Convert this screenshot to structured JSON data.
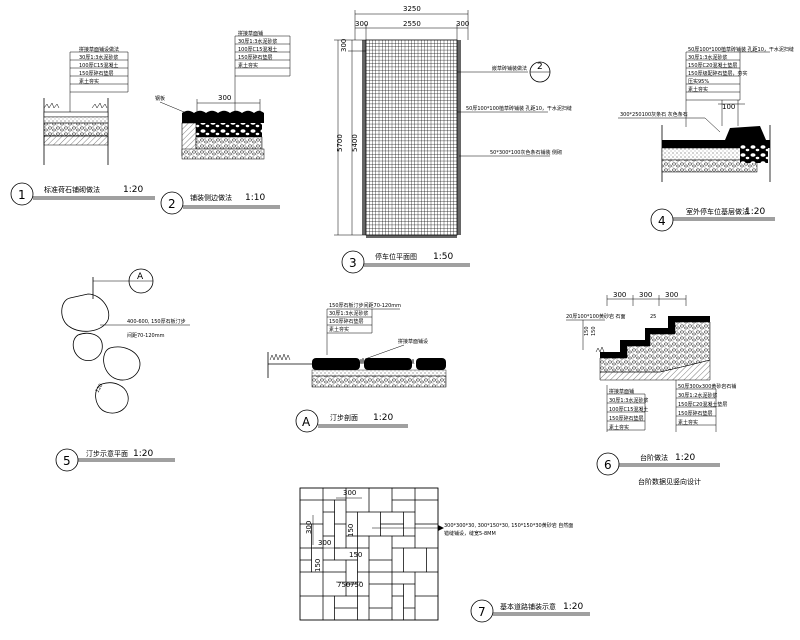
{
  "detail1": {
    "num": "1",
    "title": "标准荷石铺砌做法",
    "scale": "1:20",
    "layers": [
      "拼接草面铺设做法",
      "30厚1:3水泥砂浆",
      "100厚C15混凝土",
      "150厚碎石垫层",
      "素土夯实"
    ]
  },
  "detail2": {
    "num": "2",
    "title": "铺装侧边做法",
    "scale": "1:10",
    "layers": [
      "拼接草面铺",
      "30厚1:3水泥砂浆",
      "100厚C15混凝土",
      "150厚碎石垫层",
      "素土夯实"
    ],
    "left_label": "钢板",
    "dim": "300"
  },
  "detail3": {
    "num": "3",
    "title": "停车位平面图",
    "scale": "1:50",
    "dims": {
      "top_total": "3250",
      "top_left": "300",
      "top_main": "2550",
      "top_right": "300",
      "left_small": "300",
      "left_total": "5700",
      "left_inner": "5400"
    },
    "callout_num": "2",
    "callout_text": "嵌草砖铺装做法",
    "label_a": "50厚100*100植草砖铺装 孔距10，干水泥扫缝",
    "label_b": "50*300*100灰色条石铺装 侧砌"
  },
  "detail4": {
    "num": "4",
    "title": "室外停车位基层做法",
    "scale": "1:20",
    "layers": [
      "50厚100*100植草砖铺装 孔距10，干水泥扫缝",
      "30厚1:3水泥砂浆",
      "150厚C20混凝土垫层",
      "150厚级配碎石垫层，夯实",
      "压实95%",
      "素土夯实"
    ],
    "dim": "100",
    "left_label": "300*250100灰条石  灰色条石"
  },
  "detail5": {
    "num": "5",
    "title": "汀步示意平面",
    "scale": "1:20",
    "callout": "A",
    "label1": "400-600, 150厚石板汀步",
    "label2": "间距70-120mm",
    "dim": "120"
  },
  "detailA": {
    "num": "A",
    "title": "汀步剖面",
    "scale": "1:20",
    "layers": [
      "150厚石板汀步间距70-120mm",
      "30厚1:3水泥砂浆",
      "150厚碎石垫层",
      "素土夯实"
    ],
    "right_label": "拼接草面铺设"
  },
  "detail6": {
    "num": "6",
    "title": "台阶做法",
    "scale": "1:20",
    "subtitle": "台阶数据见竖向设计",
    "dims": {
      "d1": "300",
      "d2": "300",
      "d3": "300",
      "h1": "150",
      "h2": "150",
      "h3": "25",
      "left": "20厚100*100黄砂岩 石面"
    },
    "layers_left": [
      "拼接草面铺",
      "30厚1:3水泥砂浆",
      "100厚C15混凝土",
      "150厚碎石垫层",
      "素土夯实"
    ],
    "layers_right": [
      "50厚300x300黄砂岩石铺",
      "30厚1:2水泥砂浆",
      "150厚C20混凝土垫层",
      "150厚碎石垫层",
      "素土夯实"
    ]
  },
  "detail7": {
    "num": "7",
    "title": "基本道路铺装示意",
    "scale": "1:20",
    "label": "300*300*30, 300*150*30, 150*150*30黄砂岩 自然面",
    "label2": "错缝铺设，缝宽5-8MM",
    "dims": {
      "d300a": "300",
      "d300b": "300",
      "d300c": "300",
      "d150a": "150",
      "d150b": "150",
      "d150c": "150",
      "d750": "750",
      "d750b": "750"
    }
  }
}
